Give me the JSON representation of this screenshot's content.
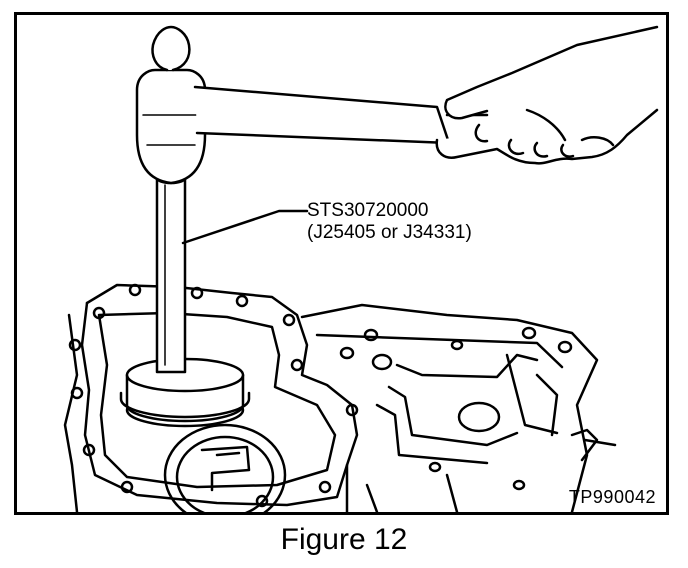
{
  "figure": {
    "part_number": "STS30720000",
    "alt_part_numbers": "(J25405 or J34331)",
    "reference_code": "TP990042",
    "caption": "Figure 12"
  },
  "illustration": {
    "subject": "hammer-driving-seal-installer-into-transmission-case"
  }
}
